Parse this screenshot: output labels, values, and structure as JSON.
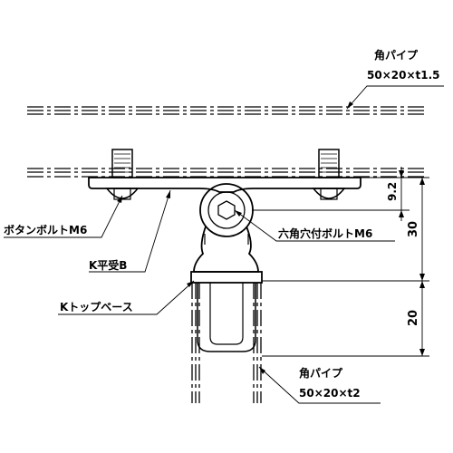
{
  "labels": {
    "top_pipe_name": "角パイプ",
    "top_pipe_size": "50×20×t1.5",
    "button_bolt": "ボタンボルトM6",
    "k_flat_receiver": "K平受B",
    "k_top_base": "Kトップベース",
    "hex_socket_bolt": "六角穴付ボルトM6",
    "bottom_pipe_name": "角パイプ",
    "bottom_pipe_size": "50×20×t2"
  },
  "dimensions": {
    "dim_9_2": "9.2",
    "dim_30": "30",
    "dim_20": "20"
  }
}
